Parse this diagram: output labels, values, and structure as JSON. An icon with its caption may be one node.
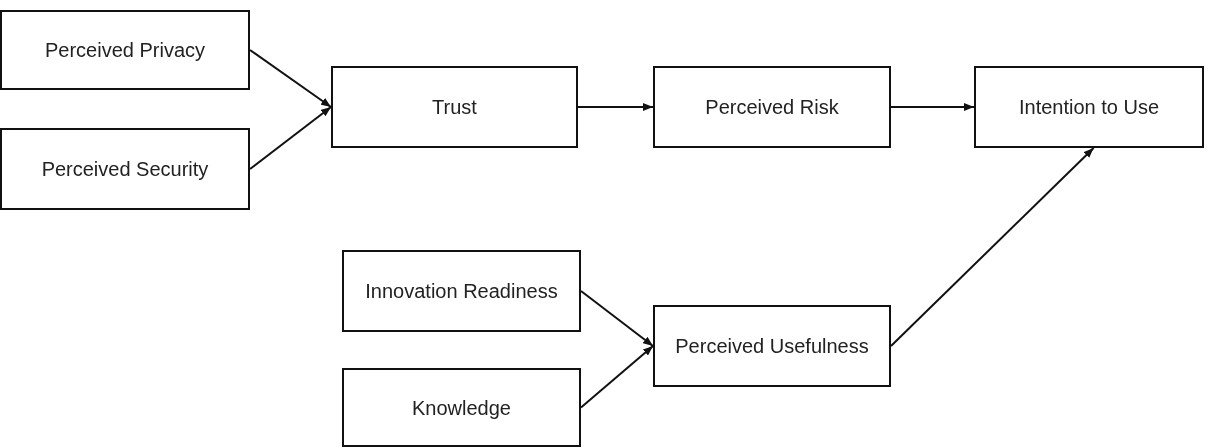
{
  "diagram": {
    "nodes": [
      {
        "text": [
          "Perceived Privacy"
        ]
      },
      {
        "text": [
          "Perceived Security"
        ]
      },
      {
        "text": [
          "Trust"
        ]
      },
      {
        "text": [
          "Perceived Risk"
        ]
      },
      {
        "text": [
          "Intention to Use"
        ]
      },
      {
        "text": [
          "Innovation Readiness"
        ]
      },
      {
        "text": [
          "Knowledge"
        ]
      },
      {
        "text": [
          "Perceived Usefulness"
        ]
      }
    ],
    "edges": [
      {
        "from": 0,
        "to": 2,
        "arrow": "to"
      },
      {
        "from": 1,
        "to": 2,
        "arrow": "to"
      },
      {
        "from": 2,
        "to": 3,
        "arrow": "to"
      },
      {
        "from": 3,
        "to": 4,
        "arrow": "to"
      },
      {
        "from": 5,
        "to": 7,
        "arrow": "to"
      },
      {
        "from": 6,
        "to": 7,
        "arrow": "to"
      },
      {
        "from": 7,
        "to": 4,
        "arrow": "to"
      }
    ]
  }
}
